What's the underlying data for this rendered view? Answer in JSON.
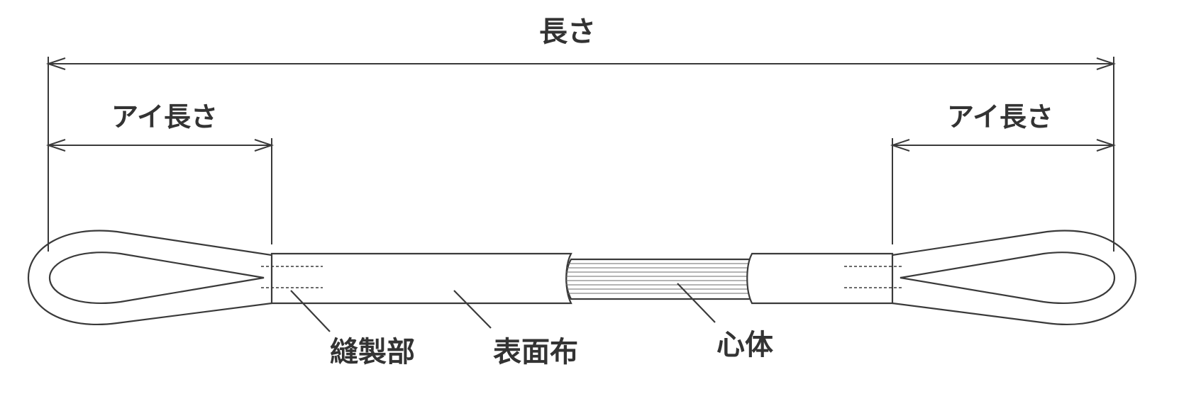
{
  "dimensions": {
    "total_length": "長さ",
    "left_eye_length": "アイ長さ",
    "right_eye_length": "アイ長さ"
  },
  "parts": {
    "sewn_part": "縫製部",
    "surface_cloth": "表面布",
    "core": "心体"
  }
}
